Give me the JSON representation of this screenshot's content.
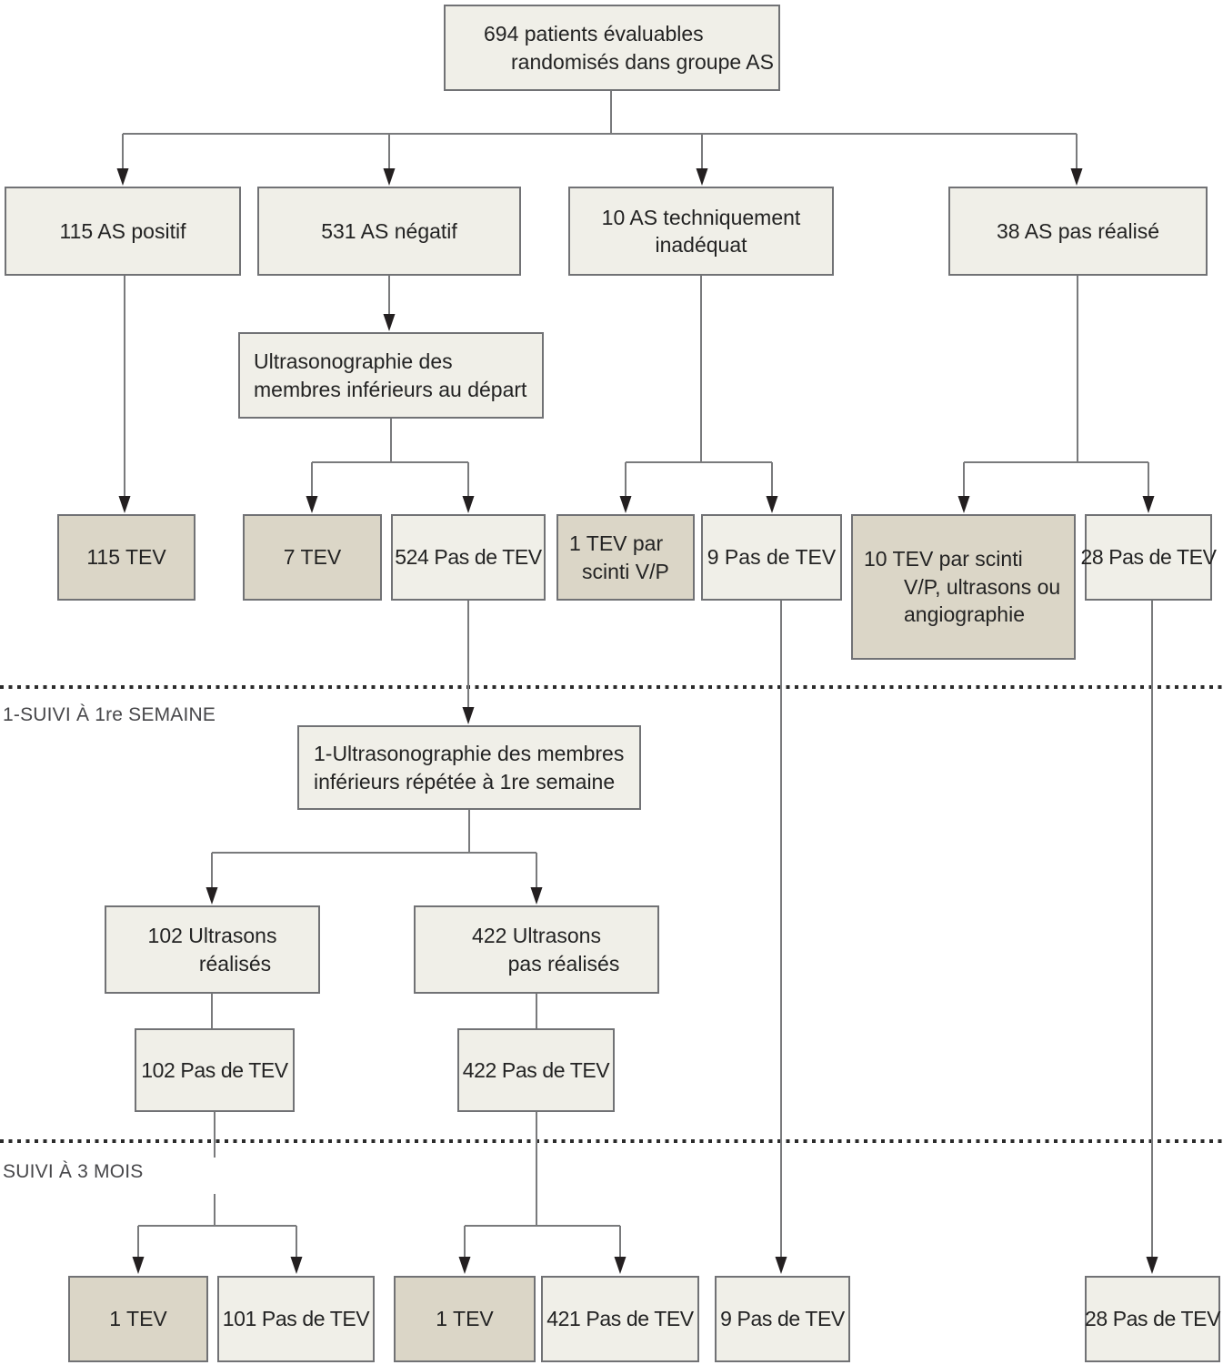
{
  "diagram": {
    "section_labels": {
      "week1": "1-SUIVI À 1re SEMAINE",
      "month3": "SUIVI À 3 MOIS"
    },
    "nodes": {
      "patients": [
        "694 patients évaluables",
        "randomisés dans groupe AS"
      ],
      "as_positif": [
        "115 AS positif"
      ],
      "as_negatif": [
        "531 AS négatif"
      ],
      "as_inadequat": [
        "10 AS techniquement",
        "inadéquat"
      ],
      "as_pas_realise": [
        "38 AS pas réalisé"
      ],
      "us_depart": [
        "Ultrasonographie des",
        "membres inférieurs au départ"
      ],
      "tev_115": [
        "115 TEV"
      ],
      "tev_7": [
        "7 TEV"
      ],
      "pas_tev_524": [
        "524 Pas de TEV"
      ],
      "tev_1_scinti": [
        "1 TEV par",
        "scinti V/P"
      ],
      "pas_tev_9": [
        "9 Pas de TEV"
      ],
      "tev_10_scinti": [
        "10 TEV par scinti",
        "V/P, ultrasons ou",
        "angiographie"
      ],
      "pas_tev_28": [
        "28 Pas de TEV"
      ],
      "us_repetee": [
        "1-Ultrasonographie des membres",
        "inférieurs répétée à 1re semaine"
      ],
      "us_realises": [
        "102 Ultrasons",
        "réalisés"
      ],
      "us_pas_realises": [
        "422 Ultrasons",
        "pas réalisés"
      ],
      "pas_tev_102": [
        "102 Pas de TEV"
      ],
      "pas_tev_422": [
        "422 Pas de TEV"
      ],
      "tev_1_sem": [
        "1 TEV"
      ],
      "pas_tev_101": [
        "101 Pas de TEV"
      ],
      "tev_1_mois": [
        "1 TEV"
      ],
      "pas_tev_421": [
        "421 Pas de TEV"
      ],
      "pas_tev_9_fin": [
        "9 Pas de TEV"
      ],
      "pas_tev_28_fin": [
        "28 Pas de TEV"
      ]
    },
    "colors": {
      "box_light": "#f0efe8",
      "box_shaded": "#dbd6c7",
      "box_border": "#717275",
      "line": "#797a7c",
      "arrowhead": "#231f20",
      "text": "#232323"
    }
  }
}
